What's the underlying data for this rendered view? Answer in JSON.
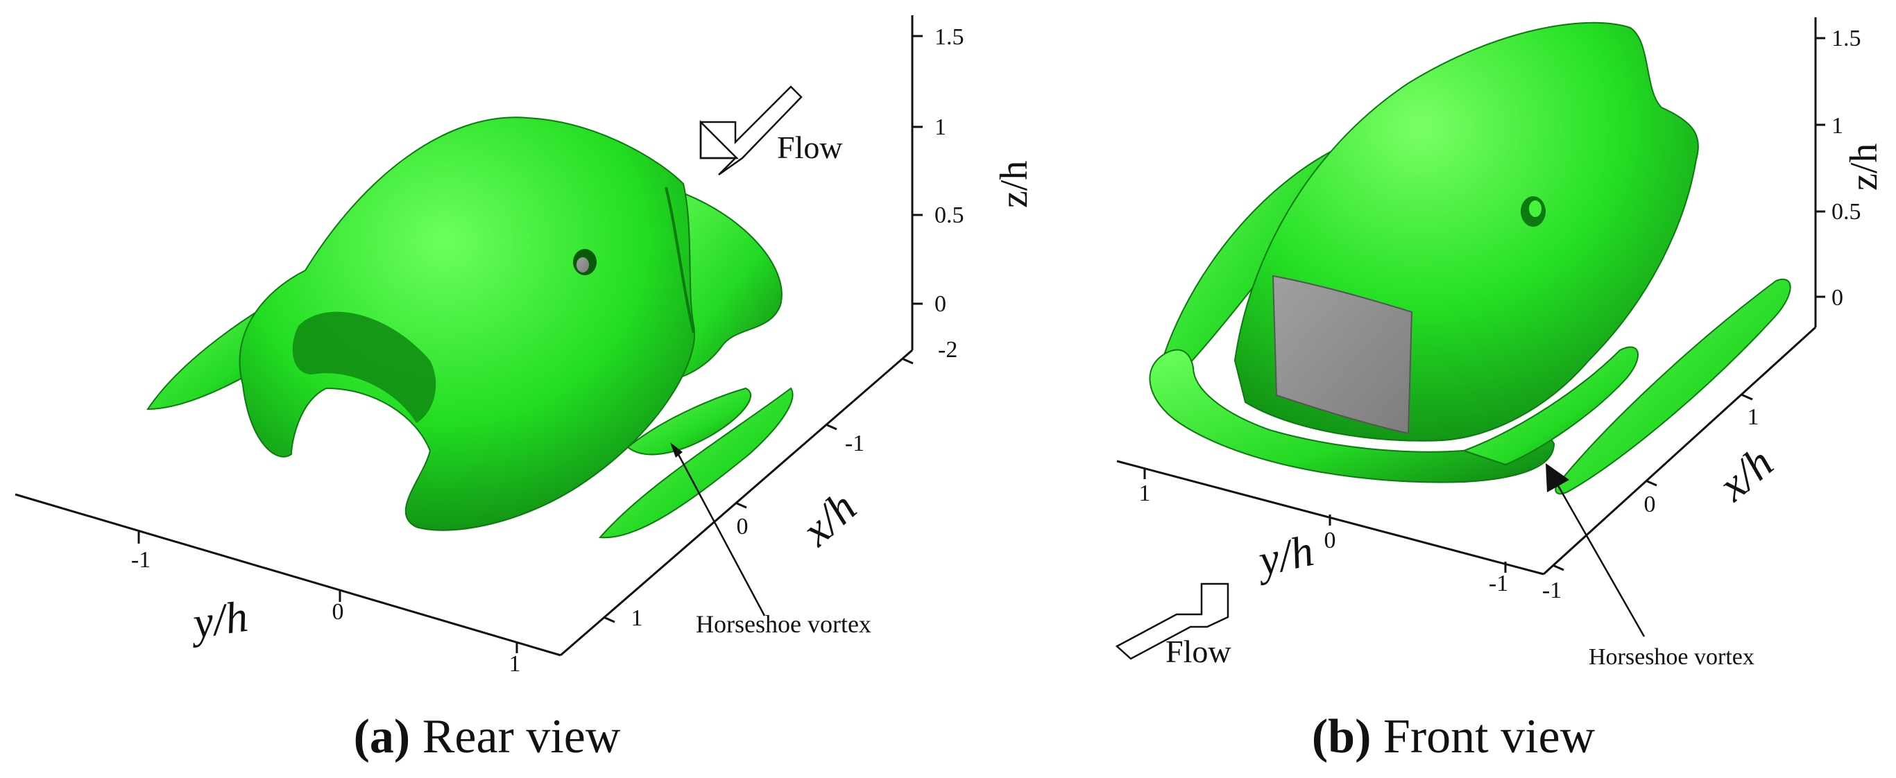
{
  "figure": {
    "panels": [
      {
        "id": "a",
        "caption_letter": "(a)",
        "caption_text": " Rear view",
        "flow_label": "Flow",
        "annotation": "Horseshoe vortex",
        "axes": {
          "x_label": "x/h",
          "y_label": "y/h",
          "z_label": "z/h",
          "x_ticks": [
            "-2",
            "-1",
            "0",
            "1"
          ],
          "y_ticks": [
            "-1",
            "0",
            "1"
          ],
          "z_ticks": [
            "1.5",
            "1",
            "0.5",
            "0"
          ]
        }
      },
      {
        "id": "b",
        "caption_letter": "(b)",
        "caption_text": " Front view",
        "flow_label": "Flow",
        "annotation": "Horseshoe vortex",
        "axes": {
          "x_label": "x/h",
          "y_label": "y/h",
          "z_label": "z/h",
          "x_ticks": [
            "-1",
            "0",
            "1"
          ],
          "y_ticks": [
            "1",
            "0",
            "-1"
          ],
          "z_ticks": [
            "1.5",
            "1",
            "0.5",
            "0"
          ]
        }
      }
    ],
    "colors": {
      "isosurface": "#22dd22",
      "isosurface_dark": "#0f8a12",
      "obstacle": "#8f8f8f",
      "axis": "#111111"
    }
  }
}
